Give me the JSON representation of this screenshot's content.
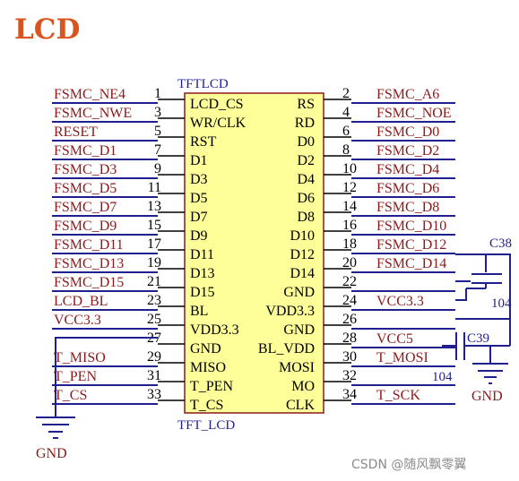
{
  "title": "LCD",
  "component": {
    "ref_top": "TFTLCD",
    "ref_bottom": "TFT_LCD"
  },
  "left_pins": [
    {
      "num": "1",
      "name": "LCD_CS",
      "net": "FSMC_NE4"
    },
    {
      "num": "3",
      "name": "WR/CLK",
      "net": "FSMC_NWE"
    },
    {
      "num": "5",
      "name": "RST",
      "net": "RESET"
    },
    {
      "num": "7",
      "name": "D1",
      "net": "FSMC_D1"
    },
    {
      "num": "9",
      "name": "D3",
      "net": "FSMC_D3"
    },
    {
      "num": "11",
      "name": "D5",
      "net": "FSMC_D5"
    },
    {
      "num": "13",
      "name": "D7",
      "net": "FSMC_D7"
    },
    {
      "num": "15",
      "name": "D9",
      "net": "FSMC_D9"
    },
    {
      "num": "17",
      "name": "D11",
      "net": "FSMC_D11"
    },
    {
      "num": "19",
      "name": "D13",
      "net": "FSMC_D13"
    },
    {
      "num": "21",
      "name": "D15",
      "net": "FSMC_D15"
    },
    {
      "num": "23",
      "name": "BL",
      "net": "LCD_BL"
    },
    {
      "num": "25",
      "name": "VDD3.3",
      "net": "VCC3.3"
    },
    {
      "num": "27",
      "name": "GND",
      "net": ""
    },
    {
      "num": "29",
      "name": "MISO",
      "net": "T_MISO"
    },
    {
      "num": "31",
      "name": "T_PEN",
      "net": "T_PEN"
    },
    {
      "num": "33",
      "name": "T_CS",
      "net": "T_CS"
    }
  ],
  "right_pins": [
    {
      "num": "2",
      "name": "RS",
      "net": "FSMC_A6"
    },
    {
      "num": "4",
      "name": "RD",
      "net": "FSMC_NOE"
    },
    {
      "num": "6",
      "name": "D0",
      "net": "FSMC_D0"
    },
    {
      "num": "8",
      "name": "D2",
      "net": "FSMC_D2"
    },
    {
      "num": "10",
      "name": "D4",
      "net": "FSMC_D4"
    },
    {
      "num": "12",
      "name": "D6",
      "net": "FSMC_D6"
    },
    {
      "num": "14",
      "name": "D8",
      "net": "FSMC_D8"
    },
    {
      "num": "16",
      "name": "D10",
      "net": "FSMC_D10"
    },
    {
      "num": "18",
      "name": "D12",
      "net": "FSMC_D12"
    },
    {
      "num": "20",
      "name": "D14",
      "net": "FSMC_D14"
    },
    {
      "num": "22",
      "name": "GND",
      "net": ""
    },
    {
      "num": "24",
      "name": "VDD3.3",
      "net": "VCC3.3"
    },
    {
      "num": "26",
      "name": "GND",
      "net": ""
    },
    {
      "num": "28",
      "name": "BL_VDD",
      "net": "VCC5"
    },
    {
      "num": "30",
      "name": "MOSI",
      "net": "T_MOSI"
    },
    {
      "num": "32",
      "name": "MO",
      "net": ""
    },
    {
      "num": "34",
      "name": "CLK",
      "net": "T_SCK"
    }
  ],
  "capacitors": [
    {
      "ref": "C38",
      "value": "104"
    },
    {
      "ref": "C39",
      "value": "104"
    }
  ],
  "gnd_label": "GND",
  "watermark": "CSDN @随风飘零翼"
}
